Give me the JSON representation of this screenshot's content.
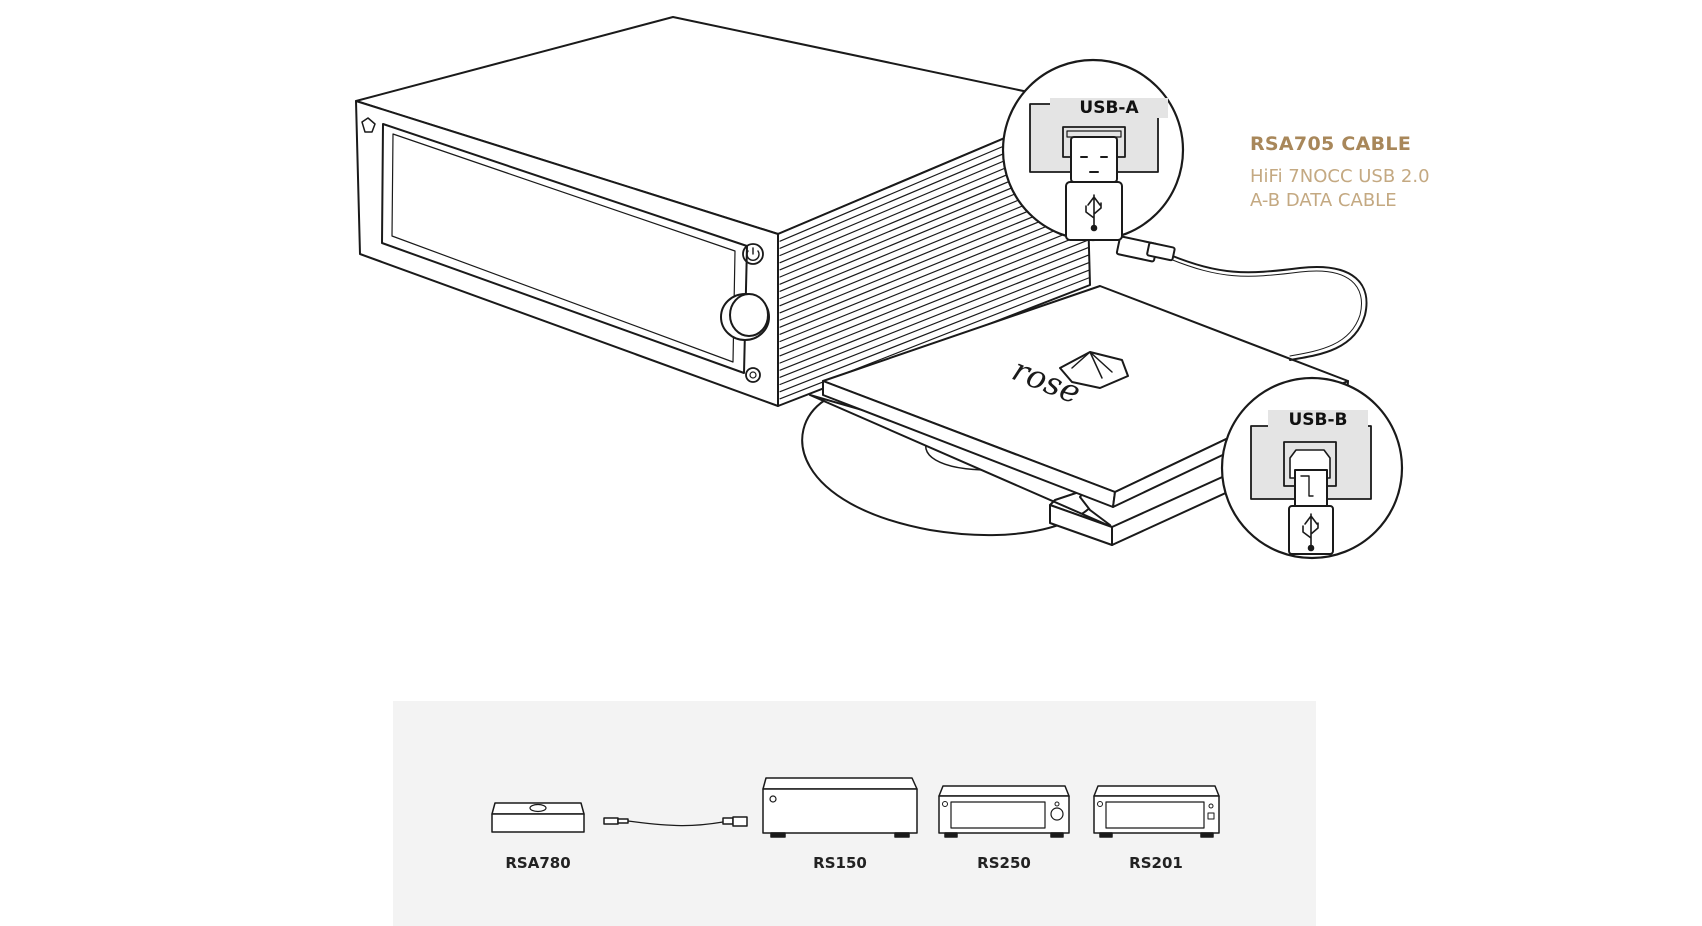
{
  "cable": {
    "title": "RSA705 CABLE",
    "description_lines": [
      "HiFi 7NOCC USB 2.0",
      "A-B DATA CABLE"
    ],
    "title_color": "#a8875a",
    "desc_color": "#c4a982"
  },
  "connectors": {
    "usb_a": "USB-A",
    "usb_b": "USB-B"
  },
  "drive_logo_text": "rose",
  "compatible_models": [
    {
      "name": "RSA780"
    },
    {
      "name": "RS150"
    },
    {
      "name": "RS250"
    },
    {
      "name": "RS201"
    }
  ],
  "colors": {
    "line": "#1a1a1a",
    "panel_bg": "#f3f3f3",
    "zoom_fill": "#e4e4e4"
  }
}
